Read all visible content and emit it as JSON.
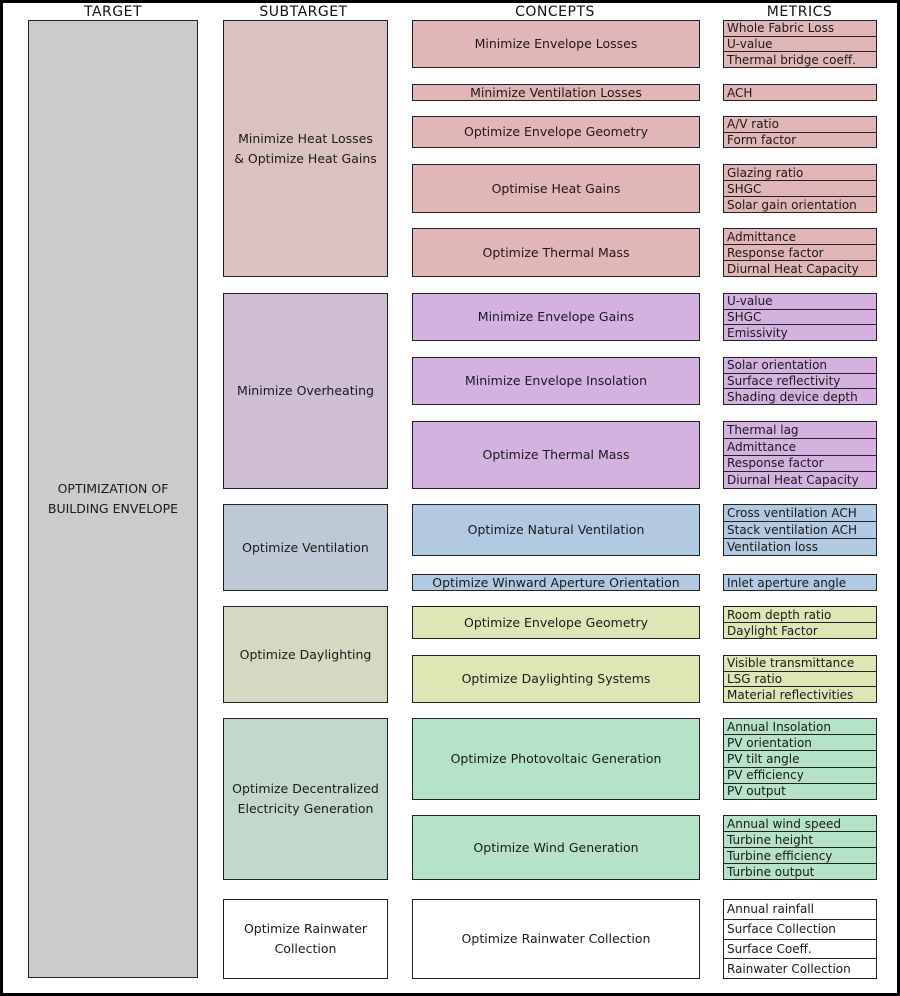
{
  "headers": {
    "target": "TARGET",
    "subtarget": "SUBTARGET",
    "concepts": "CONCEPTS",
    "metrics": "METRICS"
  },
  "target": {
    "label": "OPTIMIZATION OF BUILDING ENVELOPE",
    "color": "#cbcbcb"
  },
  "colors": {
    "red": "#e2b5b6",
    "purple": "#d4b1e0",
    "blue": "#b1c9e2",
    "yellow": "#e0e5b5",
    "green": "#b4e3c7",
    "white": "#ffffff"
  },
  "subtarget_colors": {
    "red": "#dcc1c1",
    "purple": "#cfbdd4",
    "blue": "#bdc9d6",
    "yellow": "#d5d9c1",
    "green": "#c1d8cb",
    "white": "#ffffff"
  },
  "groups": [
    {
      "subtarget": "Minimize Heat Losses & Optimize Heat Gains",
      "color": "red",
      "concepts": [
        {
          "label": "Minimize  Envelope Losses",
          "metrics": [
            "Whole Fabric Loss",
            "U-value",
            "Thermal bridge coeff."
          ]
        },
        {
          "label": "Minimize Ventilation Losses",
          "metrics": [
            "ACH"
          ]
        },
        {
          "label": "Optimize Envelope Geometry",
          "metrics": [
            "A/V ratio",
            "Form factor"
          ]
        },
        {
          "label": "Optimise Heat Gains",
          "metrics": [
            "Glazing ratio",
            "SHGC",
            "Solar gain orientation"
          ]
        },
        {
          "label": "Optimize Thermal Mass",
          "metrics": [
            "Admittance",
            "Response factor",
            "Diurnal Heat Capacity"
          ]
        }
      ]
    },
    {
      "subtarget": "Minimize Overheating",
      "color": "purple",
      "concepts": [
        {
          "label": "Minimize Envelope Gains",
          "metrics": [
            "U-value",
            "SHGC",
            "Emissivity"
          ]
        },
        {
          "label": "Minimize Envelope Insolation",
          "metrics": [
            "Solar orientation",
            "Surface reflectivity",
            "Shading device depth"
          ]
        },
        {
          "label": "Optimize Thermal Mass",
          "metrics": [
            "Thermal lag",
            "Admittance",
            "Response factor",
            "Diurnal Heat Capacity"
          ]
        }
      ]
    },
    {
      "subtarget": "Optimize Ventilation",
      "color": "blue",
      "concepts": [
        {
          "label": "Optimize Natural Ventilation",
          "metrics": [
            "Cross ventilation ACH",
            "Stack ventilation ACH",
            "Ventilation loss"
          ]
        },
        {
          "label": "Optimize Winward Aperture Orientation",
          "metrics": [
            "Inlet aperture angle"
          ]
        }
      ]
    },
    {
      "subtarget": "Optimize Daylighting",
      "color": "yellow",
      "concepts": [
        {
          "label": "Optimize Envelope Geometry",
          "metrics": [
            "Room depth ratio",
            "Daylight Factor"
          ]
        },
        {
          "label": "Optimize Daylighting Systems",
          "metrics": [
            "Visible transmittance",
            "LSG ratio",
            "Material reflectivities"
          ]
        }
      ]
    },
    {
      "subtarget": "Optimize Decentralized Electricity Generation",
      "color": "green",
      "concepts": [
        {
          "label": "Optimize Photovoltaic Generation",
          "metrics": [
            "Annual Insolation",
            "PV orientation",
            "PV tilt angle",
            "PV efficiency",
            "PV output"
          ]
        },
        {
          "label": "Optimize Wind Generation",
          "metrics": [
            "Annual wind speed",
            "Turbine height",
            "Turbine efficiency",
            "Turbine output"
          ]
        }
      ]
    },
    {
      "subtarget": "Optimize Rainwater Collection",
      "color": "white",
      "concepts": [
        {
          "label": "Optimize Rainwater Collection",
          "metrics": [
            "Annual rainfall",
            "Surface Collection",
            "Surface Coeff.",
            "Rainwater Collection"
          ]
        }
      ]
    }
  ]
}
